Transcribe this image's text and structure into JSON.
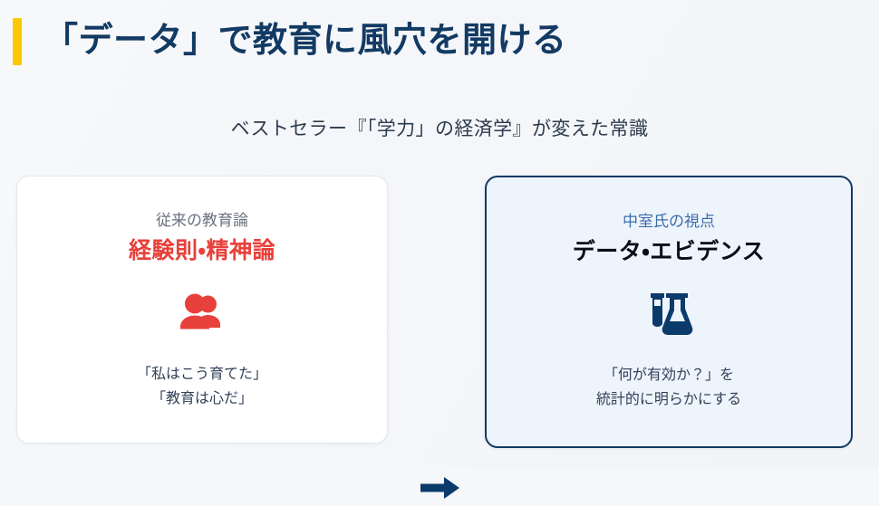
{
  "header": {
    "title": "「データ」で教育に風穴を開ける",
    "accent_color": "#fcc800",
    "title_color": "#123a63"
  },
  "subtitle": {
    "text": "ベストセラー『「学力」の経済学』が変えた常識"
  },
  "comparison": {
    "connector_icon": "arrow-right-icon",
    "connector_color": "#0b3a6b",
    "cards": [
      {
        "id": "traditional",
        "eyebrow": "従来の教育論",
        "headline": "経験則・精神論",
        "icon": "people-icon",
        "icon_color": "#e8403a",
        "caption_lines": [
          "「私はこう育てた」",
          "「教育は心だ」"
        ],
        "accent_color": "#e8403a",
        "background": "#ffffff",
        "border_color": "#e3e8ef"
      },
      {
        "id": "evidence",
        "eyebrow": "中室氏の視点",
        "headline": "データ・エビデンス",
        "icon": "flask-icon",
        "icon_color": "#0b3a6b",
        "caption_lines": [
          "「何が有効か？」を",
          "統計的に明らかにする"
        ],
        "accent_color": "#0a0f17",
        "background": "#eef4fc",
        "border_color": "#123a63"
      }
    ]
  }
}
